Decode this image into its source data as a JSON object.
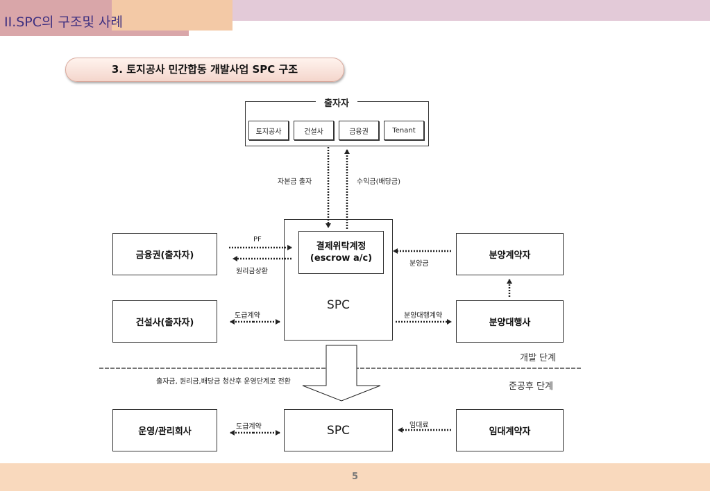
{
  "header": {
    "title": "II.SPC의 구조및 사례"
  },
  "section_title": "3. 토지공사 민간합동 개발사업 SPC 구조",
  "investors": {
    "title": "출자자",
    "items": [
      "토지공사",
      "건설사",
      "금융권",
      "Tenant"
    ]
  },
  "labels": {
    "capital": "자본금 출자",
    "profit": "수익금(배당금)",
    "pf": "PF",
    "repay": "원리금상환",
    "contract1": "도급계약",
    "sales_money": "분양금",
    "sales_agency_contract": "분양대행계약",
    "transition": "출자금, 원리금,배당금 청산후 운영단계로 전환",
    "contract2": "도급계약",
    "rent": "임대료"
  },
  "boxes": {
    "finance": "금융권(출자자)",
    "builder": "건설사(출자자)",
    "escrow_line1": "결제위탁계정",
    "escrow_line2": "(escrow a/c)",
    "spc_dev": "SPC",
    "buyer": "분양계약자",
    "sales_agent": "분양대행사",
    "operator": "운영/관리회사",
    "spc_op": "SPC",
    "tenant": "임대계약자"
  },
  "phases": {
    "dev": "개발 단계",
    "post": "준공후 단계"
  },
  "footer": {
    "page": "5"
  }
}
